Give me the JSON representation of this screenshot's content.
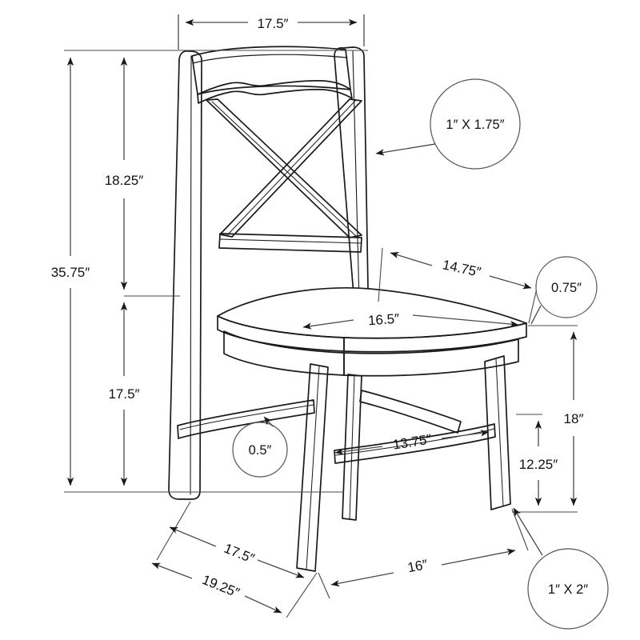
{
  "title": "Cross-back dining chair dimensional drawing",
  "units": "inches",
  "colors": {
    "background": "#ffffff",
    "outline": "#1a1a1a",
    "dimension_line": "#4a4a4a",
    "text": "#111111",
    "callout_circle": "#555555"
  },
  "dimensions": {
    "top_width": "17.5″",
    "overall_height": "35.75″",
    "back_height": "18.25″",
    "seat_height": "17.5″",
    "seat_depth_diag": "14.75″",
    "seat_width": "16.5″",
    "stretcher_width": "13.75″",
    "leg_outer_height": "18″",
    "leg_inner_height": "12.25″",
    "base_depth_inner": "17.5″",
    "base_depth_outer": "19.25″",
    "base_width": "16″"
  },
  "callouts": [
    {
      "id": "back-slat",
      "label": "1″ X 1.75″"
    },
    {
      "id": "seat-thickness",
      "label": "0.75″"
    },
    {
      "id": "stretcher-thickness",
      "label": "0.5″"
    },
    {
      "id": "leg-section",
      "label": "1″ X 2″"
    }
  ],
  "icons": {
    "arrow": "arrow-head-icon",
    "callout": "callout-circle-icon"
  }
}
